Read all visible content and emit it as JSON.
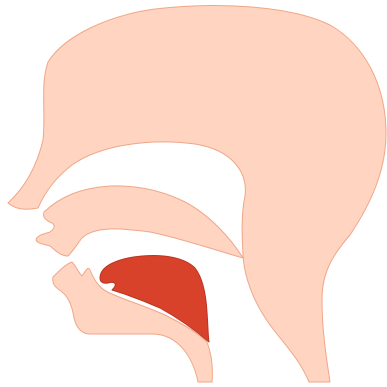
{
  "diagram": {
    "colors": {
      "background": "#ffffff",
      "skin_fill": "#ffd4c0",
      "skin_stroke": "#f0a688",
      "tongue_fill": "#d8412a",
      "tongue_stroke": "#b93622"
    },
    "parts": [
      {
        "name": "head-back-and-throat",
        "kind": "anatomy"
      },
      {
        "name": "upper-jaw-palate",
        "kind": "anatomy"
      },
      {
        "name": "lower-jaw",
        "kind": "anatomy"
      },
      {
        "name": "tongue",
        "kind": "anatomy"
      }
    ]
  }
}
